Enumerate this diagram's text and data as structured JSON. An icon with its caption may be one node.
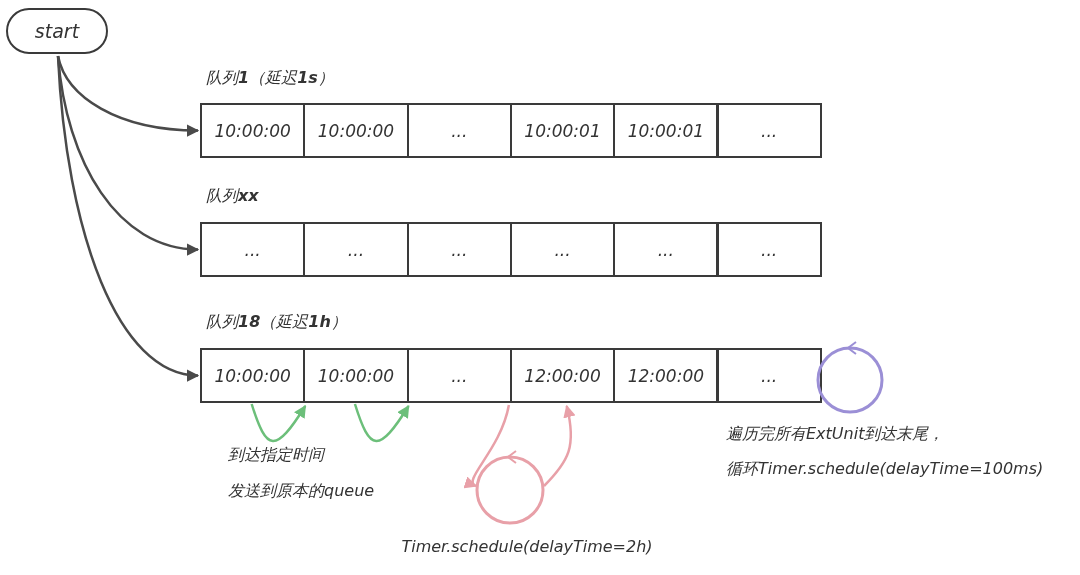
{
  "diagram": {
    "nodes": [
      {
        "text": [
          "start"
        ]
      },
      {
        "text": [
          "队列**1**（延迟**1s**）"
        ]
      },
      {
        "text": [
          "10:00:00"
        ],
        "in": 1
      },
      {
        "text": [
          "10:00:00"
        ],
        "in": 1
      },
      {
        "text": [
          "..."
        ],
        "in": 1
      },
      {
        "text": [
          "10:00:01"
        ],
        "in": 1
      },
      {
        "text": [
          "10:00:01"
        ],
        "in": 1
      },
      {
        "text": [
          "..."
        ],
        "in": 1
      },
      {
        "text": [
          "队列**xx**"
        ]
      },
      {
        "text": [
          "..."
        ],
        "in": 8
      },
      {
        "text": [
          "..."
        ],
        "in": 8
      },
      {
        "text": [
          "..."
        ],
        "in": 8
      },
      {
        "text": [
          "..."
        ],
        "in": 8
      },
      {
        "text": [
          "..."
        ],
        "in": 8
      },
      {
        "text": [
          "..."
        ],
        "in": 8
      },
      {
        "text": [
          "队列**18**（延迟**1h**）"
        ]
      },
      {
        "text": [
          "10:00:00"
        ],
        "in": 15
      },
      {
        "text": [
          "10:00:00"
        ],
        "in": 15
      },
      {
        "text": [
          "..."
        ],
        "in": 15
      },
      {
        "text": [
          "12:00:00"
        ],
        "in": 15
      },
      {
        "text": [
          "12:00:00"
        ],
        "in": 15
      },
      {
        "text": [
          "..."
        ],
        "in": 15
      },
      {
        "text": [],
        "shape": "circle",
        "beside": [
          "Timer.schedule(delayTime=2h)"
        ]
      },
      {
        "text": [],
        "shape": "circle",
        "beside": [
          "遍历完所有ExtUnit到达末尾，",
          "循环Timer.schedule(delayTime=100ms)"
        ]
      }
    ],
    "edges": [
      {
        "from": 0,
        "to": 1,
        "arrow": "to"
      },
      {
        "from": 0,
        "to": 8,
        "arrow": "to"
      },
      {
        "from": 0,
        "to": 15,
        "arrow": "to"
      },
      {
        "from": 16,
        "to": 17,
        "arrow": "to",
        "color": "#6cbf7a"
      },
      {
        "from": 17,
        "to": 18,
        "arrow": "to",
        "color": "#6cbf7a"
      },
      {
        "from": 18,
        "to": 22,
        "arrow": "to",
        "color": "#e8a0a8"
      },
      {
        "from": 22,
        "to": 19,
        "arrow": "to",
        "color": "#e8a0a8"
      }
    ],
    "labels": [
      "到达指定时间",
      "发送到原本的queue"
    ]
  }
}
